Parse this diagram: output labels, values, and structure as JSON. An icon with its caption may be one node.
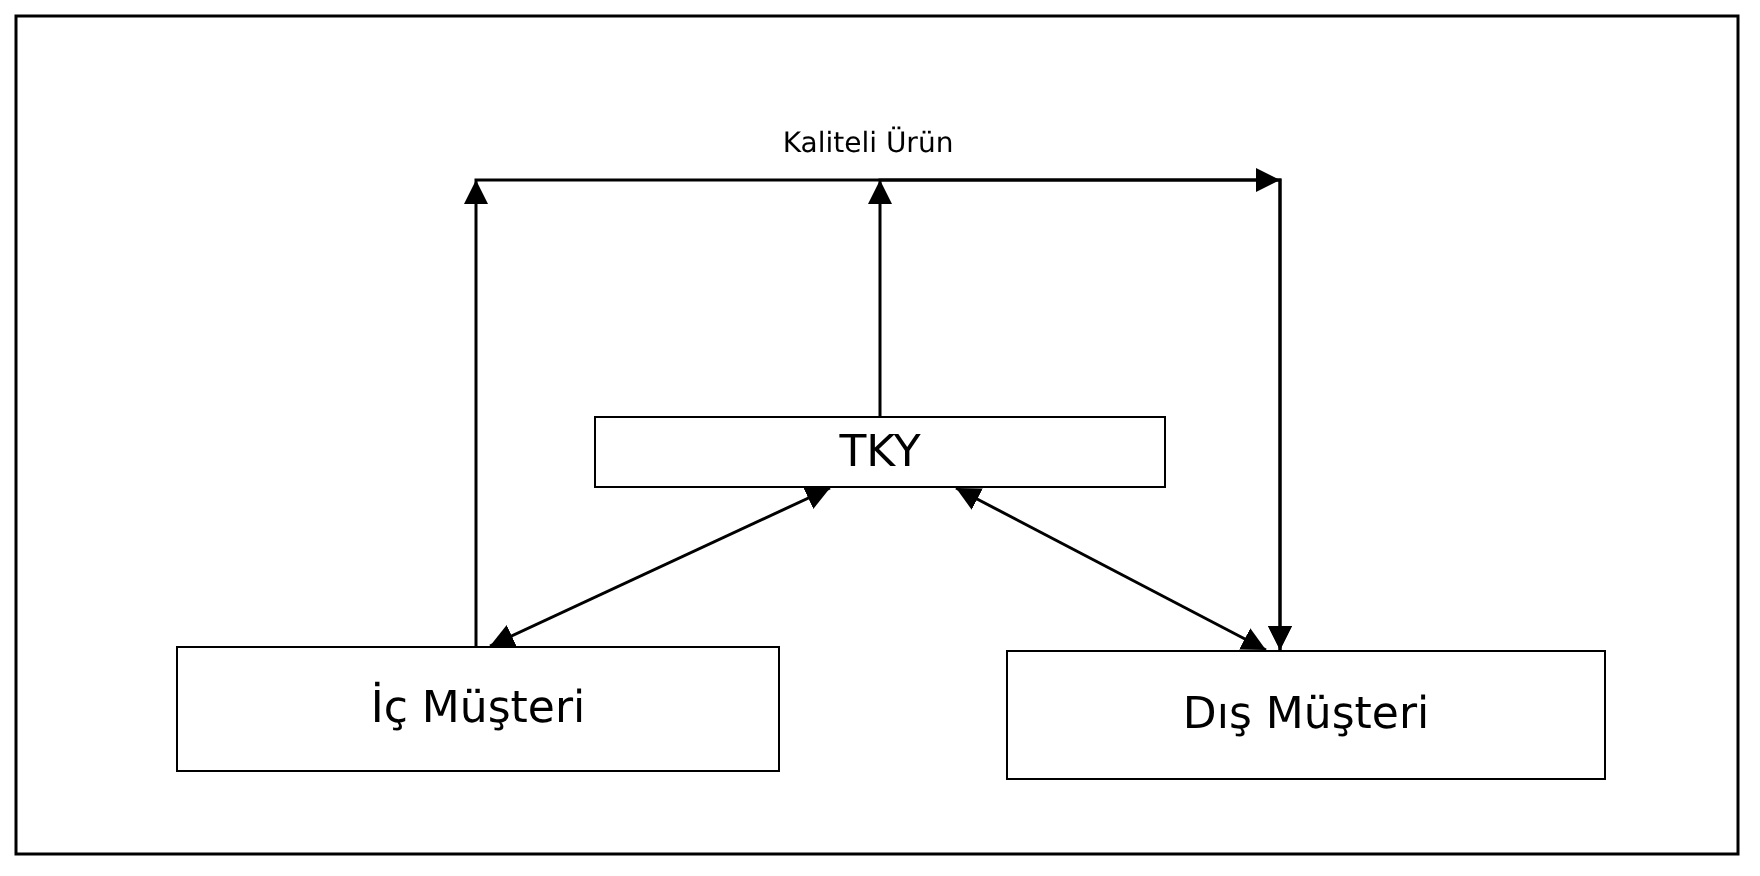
{
  "diagram": {
    "nodes": [
      {
        "text": [
          "TKY"
        ]
      },
      {
        "text": [
          "İç Müşteri"
        ]
      },
      {
        "text": [
          "Dış Müşteri"
        ]
      }
    ],
    "edges": [
      {
        "from": 1,
        "to": 2,
        "arrow": "to",
        "label": "Kaliteli Ürün"
      },
      {
        "from": 0,
        "to": 2,
        "arrow": "to"
      },
      {
        "from": 0,
        "to": 1,
        "arrow": "both"
      },
      {
        "from": 0,
        "to": 2,
        "arrow": "both"
      }
    ]
  }
}
